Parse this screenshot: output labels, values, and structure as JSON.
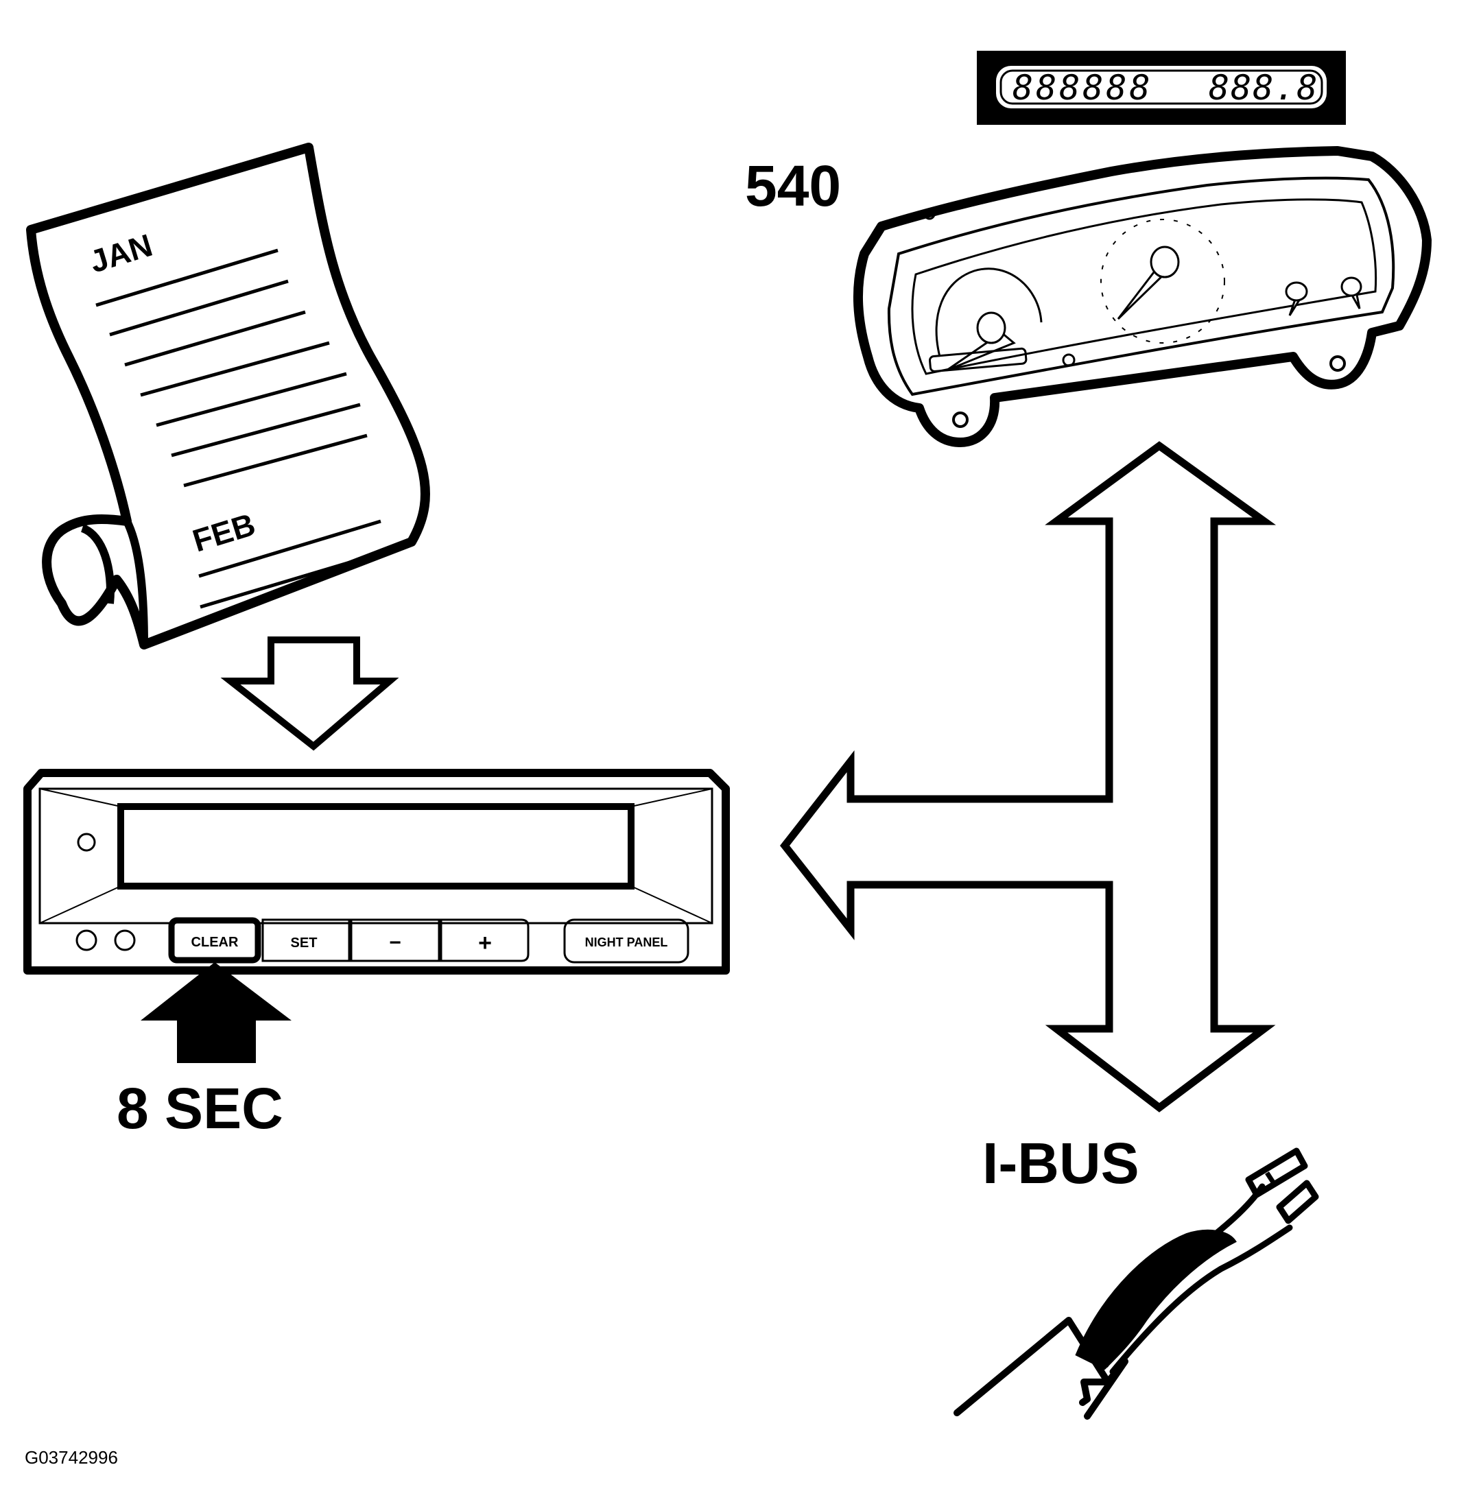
{
  "labels": {
    "model": "540",
    "hold_time": "8 SEC",
    "bus": "I-BUS",
    "figure_code": "G03742996"
  },
  "calendar": {
    "month_first": "JAN",
    "month_second": "FEB"
  },
  "odometer": {
    "main": "888888",
    "trip": "888.8"
  },
  "control_panel": {
    "buttons": {
      "clear": "CLEAR",
      "set": "SET",
      "minus": "−",
      "plus": "+",
      "night_panel": "NIGHT PANEL"
    }
  },
  "colors": {
    "ink": "#000000",
    "background": "#ffffff"
  }
}
